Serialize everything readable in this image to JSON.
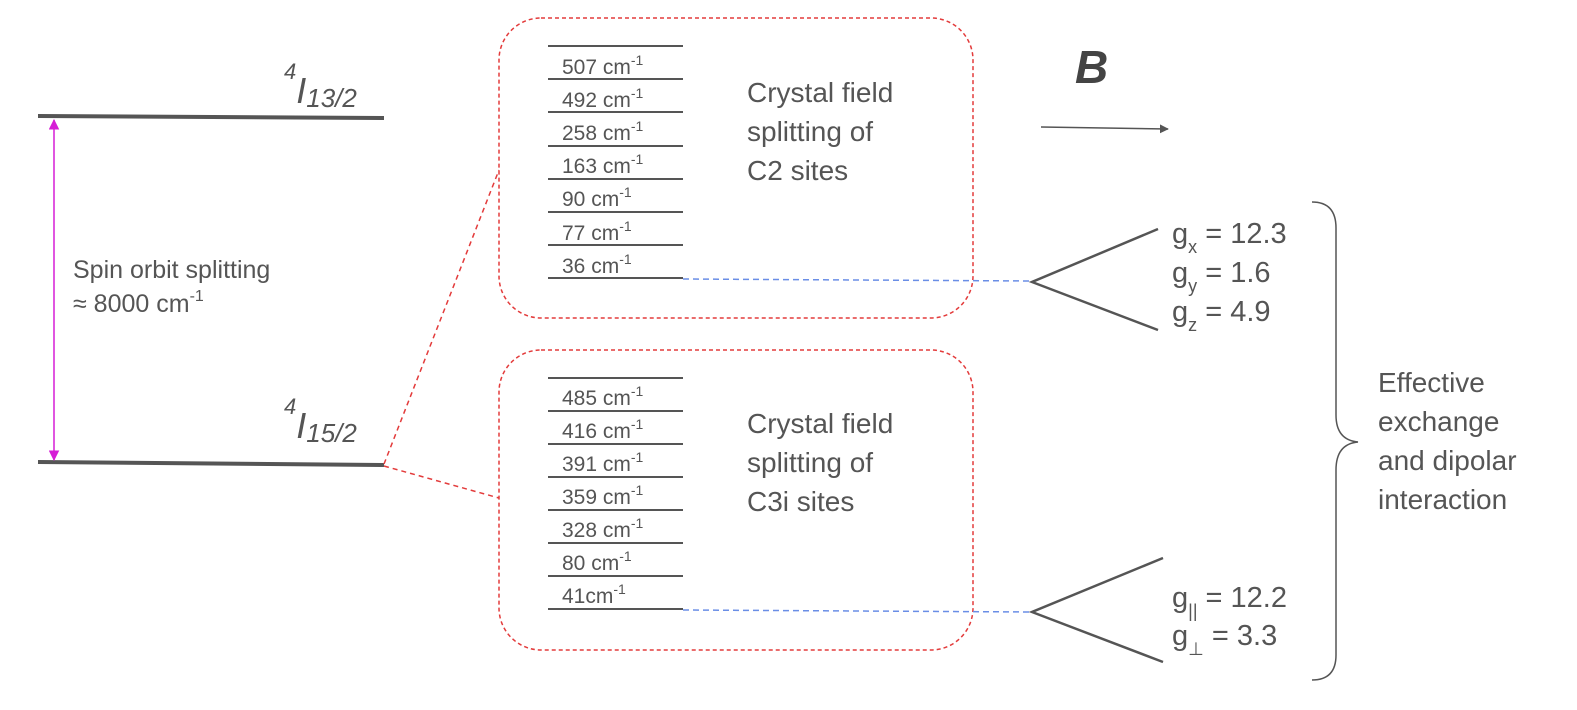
{
  "terms": {
    "upper": {
      "sup": "4",
      "base": "I",
      "sub": "13/2"
    },
    "lower": {
      "sup": "4",
      "base": "I",
      "sub": "15/2"
    }
  },
  "spin_orbit": {
    "line1": "Spin orbit splitting",
    "line2_prefix": "≈ 8000 cm",
    "line2_sup": "-1"
  },
  "field_label": "B",
  "c2": {
    "levels": [
      "507 cm",
      "492 cm",
      "258 cm",
      "163 cm",
      "90 cm",
      "77 cm",
      "36 cm"
    ],
    "unit_sup": "-1",
    "caption": [
      "Crystal field",
      "splitting of",
      "C2 sites"
    ]
  },
  "c3i": {
    "levels": [
      "485 cm",
      "416 cm",
      "391 cm",
      "359 cm",
      "328 cm",
      "80 cm",
      "41cm"
    ],
    "unit_sup": "-1",
    "caption": [
      "Crystal field",
      "splitting of",
      "C3i sites"
    ]
  },
  "g_c2": [
    {
      "base": "g",
      "sub": "x",
      "value": " = 12.3"
    },
    {
      "base": "g",
      "sub": "y",
      "value": " = 1.6"
    },
    {
      "base": "g",
      "sub": "z",
      "value": " = 4.9"
    }
  ],
  "g_c3i": [
    {
      "base": "g",
      "sub": "||",
      "value": " = 12.2"
    },
    {
      "base": "g",
      "sub": "⊥",
      "value": " = 3.3"
    }
  ],
  "interaction": [
    "Effective",
    "exchange",
    "and dipolar",
    "interaction"
  ],
  "colors": {
    "level_line": "#555555",
    "box_border": "#e33b3b",
    "spin_arrow": "#d61ed6",
    "dashed_connector": "#6a8ee6",
    "text": "#555555"
  }
}
